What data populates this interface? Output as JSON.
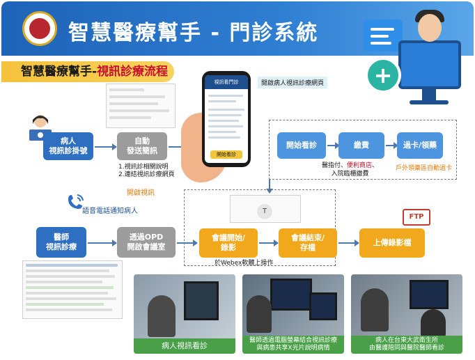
{
  "header": {
    "title": "智慧醫療幫手 - 門診系統"
  },
  "banner": {
    "prefix": "智慧醫療幫手-",
    "highlight": "視訊診療流程"
  },
  "phone": {
    "label": "開啟病人視訊診療網頁",
    "screen_title": "視訊看門診",
    "screen_button": "開始看診"
  },
  "flow_top": {
    "patient": "病人\n視訊診掛號",
    "auto_send": "自動\n發送簡訊",
    "auto_send_notes": [
      "1.視訊診相關說明",
      "2.連結視訊診療網頁"
    ],
    "start": "開始看診",
    "pay": "繳費",
    "pay_note_prefix": "醫指付、",
    "pay_note_highlight": "便利商店",
    "pay_note_suffix": "、\n入院臨櫃繳費",
    "card": "過卡/領藥",
    "card_note": "戶外領藥區自動過卡"
  },
  "flow_bottom": {
    "open_video": "開啟視訊",
    "voice_call": "語音電話通知病人",
    "doctor": "醫師\n視訊診療",
    "opd": "透過OPD\n開啟會議室",
    "meeting_start": "會議開始/\n錄影",
    "meeting_end": "會議結束/\n存檔",
    "upload": "上傳錄影檔",
    "webex_note": "於Webex軟體上操作",
    "ftp": "FTP"
  },
  "photos": [
    {
      "caption": "病人視訊看診"
    },
    {
      "caption": "醫師透過電腦螢幕結合視訊診療\n與病患共享X光片說明病情"
    },
    {
      "caption": "病人在台東大武衛生所\n由醫護陪同與醫院醫師看診"
    }
  ],
  "colors": {
    "header_blue": "#1e63b8",
    "box_blue": "#2f6fc2",
    "box_gray": "#9c9c9c",
    "box_orange": "#f2a81d",
    "banner_yellow": "#f5c23a",
    "highlight_red": "#c8102e"
  }
}
